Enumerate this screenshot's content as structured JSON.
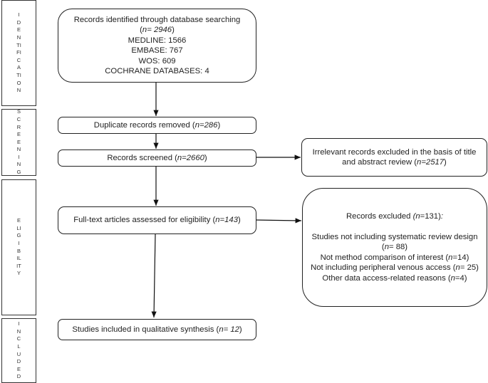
{
  "stages": [
    "IDENTIFICATION",
    "SCREENING",
    "ELIGIBILITY",
    "INCLUDED"
  ],
  "identified": {
    "title": "Records identified through database searching",
    "n_open": "(",
    "n_italic": "n= 2946",
    "n_close": ")",
    "sources": [
      "MEDLINE: 1566",
      "EMBASE: 767",
      "WOS: 609",
      "COCHRANE DATABASES: 4"
    ]
  },
  "duplicates": {
    "text": "Duplicate records removed (",
    "n": "n=286",
    "close": ")"
  },
  "screened": {
    "text": "Records screened (",
    "n": "n=2660",
    "close": ")"
  },
  "irrelevant": {
    "line1": "Irrelevant records excluded in the basis of title",
    "line2": "and abstract review (",
    "n": "n=2517",
    "close": ")"
  },
  "fulltext": {
    "text": "Full-text articles assessed for eligibility (",
    "n": "n=143",
    "close": ")"
  },
  "excluded": {
    "title": "Records excluded ",
    "title_n": "(n",
    "title_rest": "=131)",
    "title_colon": ":",
    "reasons": [
      {
        "text": "Studies not including systematic review design",
        "line2_open": "(",
        "n": "n",
        "rest": "= 88)"
      },
      {
        "text": "Not method comparison of interest (",
        "n": "n",
        "rest": "=14)"
      },
      {
        "text": "Not including peripheral venous access (",
        "n": "n",
        "rest": "= 25)"
      },
      {
        "text": "Other data access-related reasons (",
        "n": "n",
        "rest": "=4)"
      }
    ]
  },
  "included": {
    "text": "Studies included in qualitative synthesis (",
    "n": "n= 12",
    "close": ")"
  },
  "colors": {
    "stroke": "#222222",
    "background": "#ffffff"
  }
}
